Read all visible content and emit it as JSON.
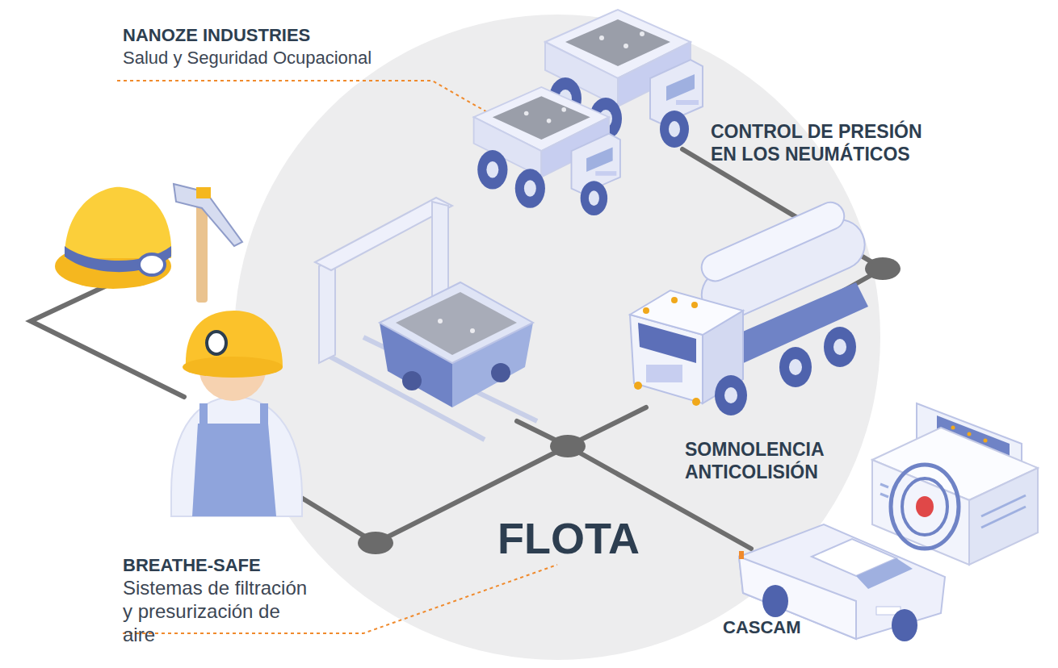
{
  "diagram": {
    "nodes": [
      {
        "text": [
          "FLOTA"
        ]
      }
    ],
    "labels": [
      "NANOZE INDUSTRIES",
      "Salud y Seguridad Ocupacional",
      "CONTROL DE PRESIÓN EN LOS NEUMÁTICOS",
      "SOMNOLENCIA ANTICOLISIÓN",
      "BREATHE-SAFE",
      "Sistemas de filtración y presurización de aire",
      "CASCAM"
    ]
  }
}
